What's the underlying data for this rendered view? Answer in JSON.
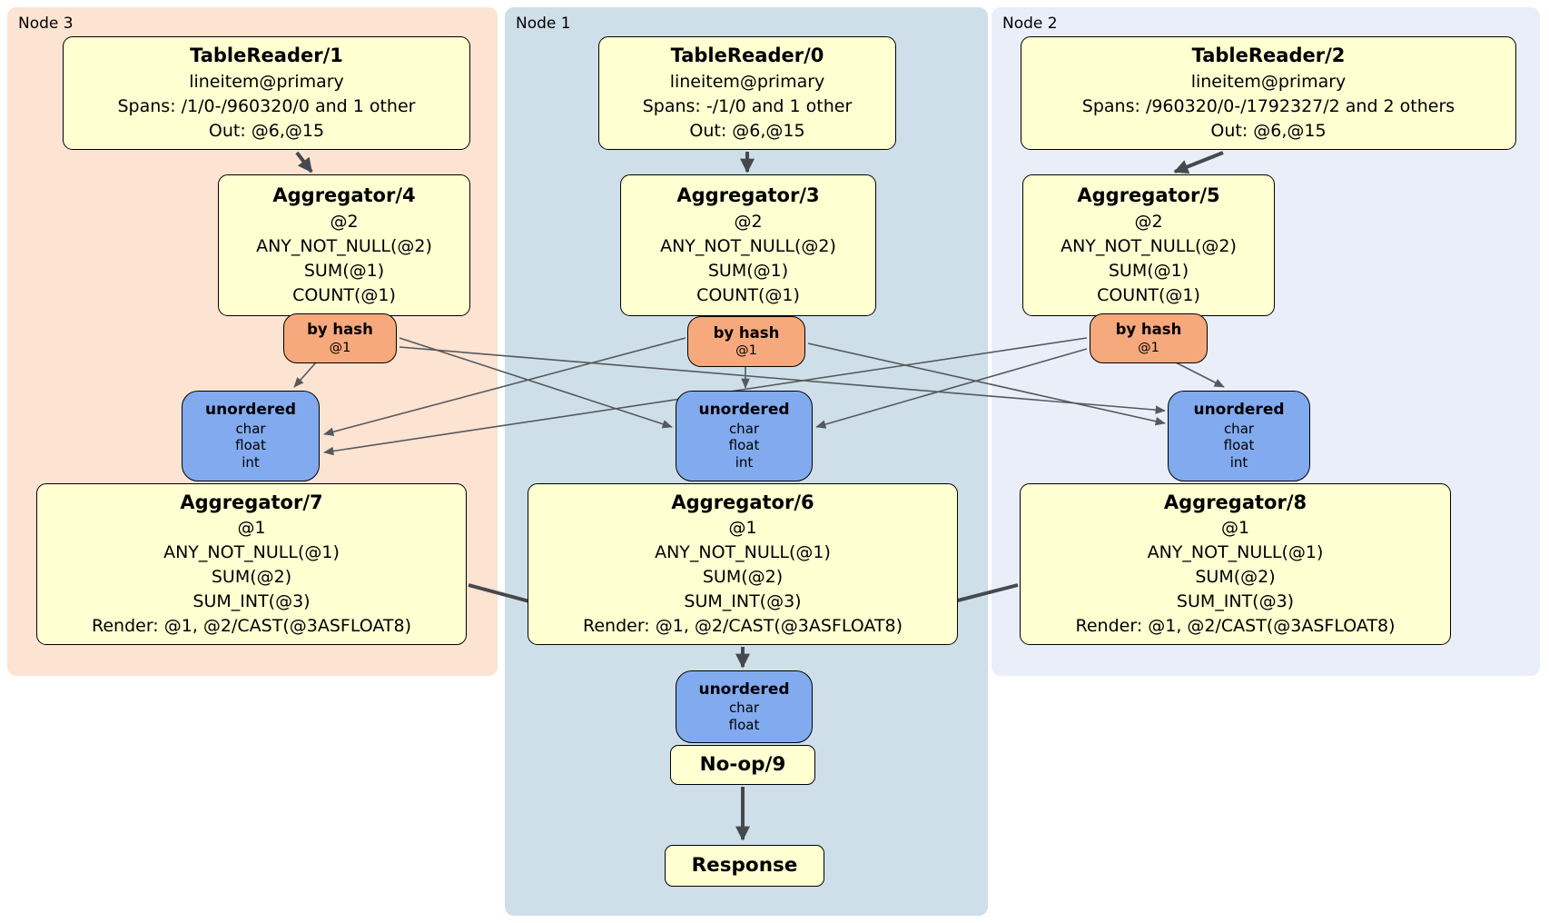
{
  "colors": {
    "region-node3": "#fce3d2",
    "region-node1": "#cfdfe9",
    "region-node2": "#e9eef8",
    "box-yellow": "#ffffd2",
    "router-orange": "#f6a97c",
    "sync-blue": "#82aaef",
    "edge-thin": "#55595e",
    "edge-thick": "#45494d"
  },
  "node3": {
    "label": "Node 3",
    "table_reader": {
      "title": "TableReader/1",
      "lines": [
        "lineitem@primary",
        "Spans: /1/0-/960320/0 and 1 other",
        "Out: @6,@15"
      ]
    },
    "aggregator": {
      "title": "Aggregator/4",
      "lines": [
        "@2",
        "ANY_NOT_NULL(@2)",
        "SUM(@1)",
        "COUNT(@1)"
      ]
    },
    "router": {
      "title": "by hash",
      "lines": [
        "@1"
      ]
    },
    "sync": {
      "title": "unordered",
      "lines": [
        "char",
        "float",
        "int"
      ]
    },
    "aggregator_final": {
      "title": "Aggregator/7",
      "lines": [
        "@1",
        "ANY_NOT_NULL(@1)",
        "SUM(@2)",
        "SUM_INT(@3)",
        "Render: @1, @2/CAST(@3ASFLOAT8)"
      ]
    }
  },
  "node1": {
    "label": "Node 1",
    "table_reader": {
      "title": "TableReader/0",
      "lines": [
        "lineitem@primary",
        "Spans: -/1/0 and 1 other",
        "Out: @6,@15"
      ]
    },
    "aggregator": {
      "title": "Aggregator/3",
      "lines": [
        "@2",
        "ANY_NOT_NULL(@2)",
        "SUM(@1)",
        "COUNT(@1)"
      ]
    },
    "router": {
      "title": "by hash",
      "lines": [
        "@1"
      ]
    },
    "sync": {
      "title": "unordered",
      "lines": [
        "char",
        "float",
        "int"
      ]
    },
    "aggregator_final": {
      "title": "Aggregator/6",
      "lines": [
        "@1",
        "ANY_NOT_NULL(@1)",
        "SUM(@2)",
        "SUM_INT(@3)",
        "Render: @1, @2/CAST(@3ASFLOAT8)"
      ]
    },
    "final_sync": {
      "title": "unordered",
      "lines": [
        "char",
        "float"
      ]
    },
    "noop": {
      "title": "No-op/9"
    },
    "response": {
      "title": "Response"
    }
  },
  "node2": {
    "label": "Node 2",
    "table_reader": {
      "title": "TableReader/2",
      "lines": [
        "lineitem@primary",
        "Spans: /960320/0-/1792327/2 and 2 others",
        "Out: @6,@15"
      ]
    },
    "aggregator": {
      "title": "Aggregator/5",
      "lines": [
        "@2",
        "ANY_NOT_NULL(@2)",
        "SUM(@1)",
        "COUNT(@1)"
      ]
    },
    "router": {
      "title": "by hash",
      "lines": [
        "@1"
      ]
    },
    "sync": {
      "title": "unordered",
      "lines": [
        "char",
        "float",
        "int"
      ]
    },
    "aggregator_final": {
      "title": "Aggregator/8",
      "lines": [
        "@1",
        "ANY_NOT_NULL(@1)",
        "SUM(@2)",
        "SUM_INT(@3)",
        "Render: @1, @2/CAST(@3ASFLOAT8)"
      ]
    }
  }
}
